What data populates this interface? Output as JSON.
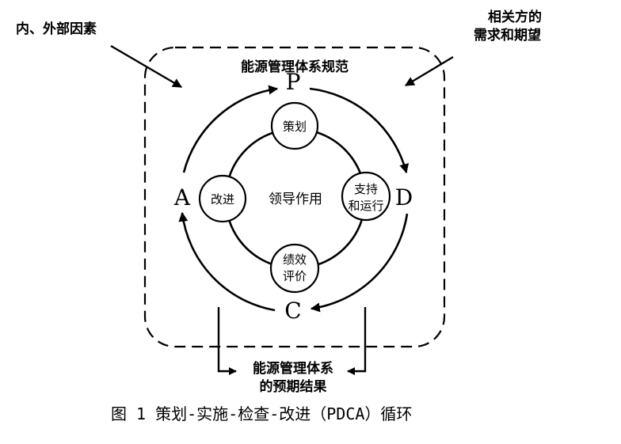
{
  "labels": {
    "internal_external_factors": "内、外部因素",
    "interested_parties_line1": "相关方的",
    "interested_parties_line2": "需求和期望",
    "standard_title": "能源管理体系规范",
    "expected_results_line1": "能源管理体系",
    "expected_results_line2": "的预期结果"
  },
  "cycle": {
    "p": "P",
    "d": "D",
    "c": "C",
    "a": "A",
    "center": "领导作用"
  },
  "nodes": {
    "plan": "策划",
    "support_line1": "支持",
    "support_line2": "和运行",
    "evaluation_line1": "绩效",
    "evaluation_line2": "评价",
    "improvement": "改进"
  },
  "caption": "图 1  策划-实施-检查-改进（PDCA）循环"
}
